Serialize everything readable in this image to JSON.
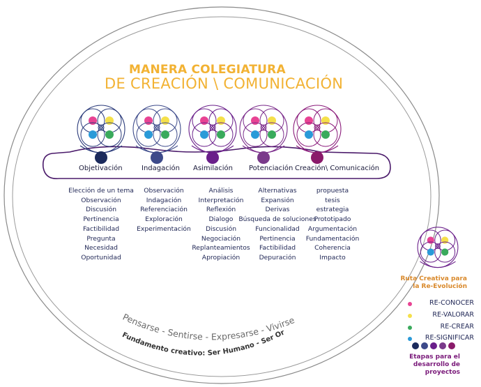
{
  "title": {
    "line1": "MANERA COLEGIATURA",
    "line2": "DE CREACIÓN \\ COMUNICACIÓN"
  },
  "stages": [
    {
      "label": "Objetivación",
      "color": "#1b2a5c",
      "items": [
        "Elección de un tema",
        "Observación",
        "Discusión",
        "Pertinencia",
        "Factibilidad",
        "Pregunta",
        "Necesidad",
        "Oportunidad"
      ]
    },
    {
      "label": "Indagación",
      "color": "#3d4a8a",
      "items": [
        "Observación",
        "Indagación",
        "Referenciación",
        "Exploración",
        "Experimentación"
      ]
    },
    {
      "label": "Asimilación",
      "color": "#6a1f8a",
      "items": [
        "Análisis",
        "Interpretación",
        "Reflexión",
        "Dialogo",
        "Discusión",
        "Negociación",
        "Replanteamientos",
        "Apropiación"
      ]
    },
    {
      "label": "Potenciación",
      "color": "#7a3a8a",
      "items": [
        "Alternativas",
        "Expansión",
        "Derivas",
        "Búsqueda de soluciones",
        "Funcionalidad",
        "Pertinencia",
        "Factibilidad",
        "Depuración"
      ]
    },
    {
      "label": "Creación\\ Comunicación",
      "color": "#8a1a6a",
      "items": [
        "propuesta",
        "tesis",
        "estrategia",
        "Prototipado",
        "Argumentación",
        "Fundamentación",
        "Coherencia",
        "Impacto"
      ]
    }
  ],
  "arc_text": {
    "outer": "Pensarse - Sentirse - Expresarse - Vivirse",
    "inner": "Fundamento creativo: Ser Humano - Ser Origen"
  },
  "legend": {
    "title": "Ruta Creativa para la Re-Evolución",
    "items": [
      {
        "label": "RE-CONOCER",
        "color": "#e84393"
      },
      {
        "label": "RE-VALORAR",
        "color": "#f5e04a"
      },
      {
        "label": "RE-CREAR",
        "color": "#3aaa5c"
      },
      {
        "label": "RE-SIGNIFICAR",
        "color": "#2a9ad8"
      }
    ],
    "etapas_label": "Etapas para el desarrollo de proyectos",
    "etapas_colors": [
      "#1b2a5c",
      "#3d4a8a",
      "#6a1f8a",
      "#7a3a8a",
      "#8a1a6a"
    ]
  },
  "colors": {
    "circle_outline": "#7a7a7a",
    "accent_title": "#f2b233",
    "icon_pink": "#e84393",
    "icon_yellow": "#f5e04a",
    "icon_blue": "#2a9ad8",
    "icon_green": "#3aaa5c"
  }
}
